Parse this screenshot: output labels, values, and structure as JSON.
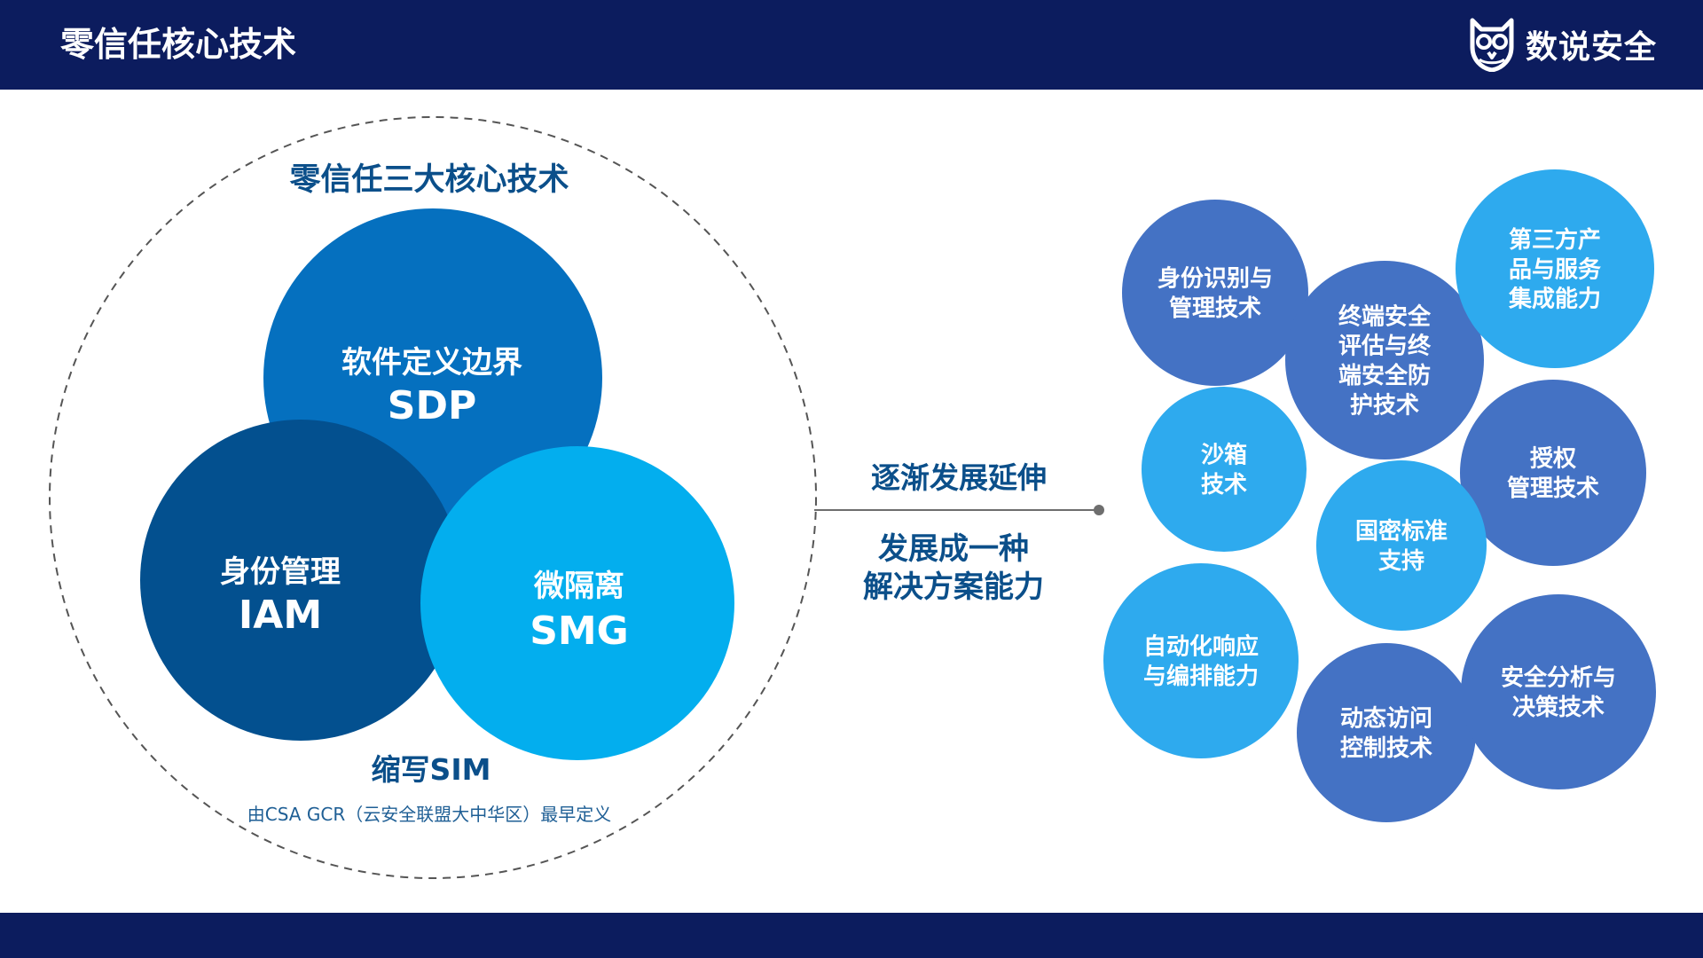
{
  "header": {
    "title": "零信任核心技术",
    "brand_name": "数说安全"
  },
  "left_diagram": {
    "heading": "零信任三大核心技术",
    "circles": [
      {
        "line1": "软件定义边界",
        "line2": "SDP",
        "color": "#0570bf"
      },
      {
        "line1": "身份管理",
        "line2": "IAM",
        "color": "#03508f"
      },
      {
        "line1": "微隔离",
        "line2": "SMG",
        "color": "#03aeee"
      }
    ],
    "abbr": "缩写SIM",
    "note": "由CSA GCR（云安全联盟大中华区）最早定义"
  },
  "center": {
    "line1": "逐渐发展延伸",
    "line2": "发展成一种",
    "line3": "解决方案能力"
  },
  "bubbles": [
    {
      "lines": [
        "身份识别与",
        "管理技术"
      ],
      "color": "#4472c4"
    },
    {
      "lines": [
        "终端安全",
        "评估与终",
        "端安全防",
        "护技术"
      ],
      "color": "#4472c4"
    },
    {
      "lines": [
        "第三方产",
        "品与服务",
        "集成能力"
      ],
      "color": "#2eaaee"
    },
    {
      "lines": [
        "沙箱",
        "技术"
      ],
      "color": "#2eaaee"
    },
    {
      "lines": [
        "授权",
        "管理技术"
      ],
      "color": "#4472c4"
    },
    {
      "lines": [
        "国密标准",
        "支持"
      ],
      "color": "#2eaaee"
    },
    {
      "lines": [
        "自动化响应",
        "与编排能力"
      ],
      "color": "#2eaaee"
    },
    {
      "lines": [
        "动态访问",
        "控制技术"
      ],
      "color": "#4472c4"
    },
    {
      "lines": [
        "安全分析与",
        "决策技术"
      ],
      "color": "#4472c4"
    }
  ],
  "colors": {
    "header_bg": "#0c1c5e",
    "heading_text": "#0b4f8a",
    "connector": "#6e6e6e"
  }
}
